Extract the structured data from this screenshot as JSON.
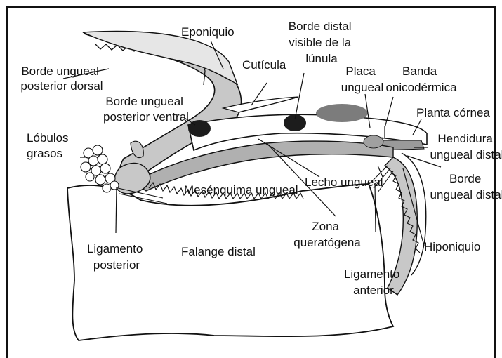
{
  "figure": {
    "palette": {
      "line": "#111111",
      "tissue_gray": "#c8c8c8",
      "tissue_gray_dark": "#a9a9a9",
      "lunula_oval": "#7c7c7c",
      "dark_dot": "#1c1c1c",
      "background": "#ffffff"
    },
    "labels": {
      "eponiquio": "Eponiquio",
      "borde_distal_lunula": [
        "Borde distal",
        "visible de la",
        "lúnula"
      ],
      "borde_posterior_dorsal": [
        "Borde ungueal",
        "posterior dorsal"
      ],
      "cuticula": "Cutícula",
      "placa_ungueal": [
        "Placa",
        "ungueal"
      ],
      "banda_onicodermica": [
        "Banda",
        "onicodérmica"
      ],
      "borde_posterior_ventral": [
        "Borde ungueal",
        "posterior ventral"
      ],
      "planta_cornea": "Planta córnea",
      "lobulos_grasos": [
        "Lóbulos",
        "grasos"
      ],
      "hendidura_ungueal_distal": [
        "Hendidura",
        "ungueal distal"
      ],
      "borde_ungueal_distal": [
        "Borde",
        "ungueal distal"
      ],
      "lecho_ungueal": "Lecho ungueal",
      "mesenquima_ungueal": "Mesénquima ungueal",
      "zona_queratogena": [
        "Zona",
        "queratógena"
      ],
      "hiponiquio": "Hiponiquio",
      "ligamento_posterior": [
        "Ligamento",
        "posterior"
      ],
      "falange_distal": "Falange distal",
      "ligamento_anterior": [
        "Ligamento",
        "anterior"
      ]
    }
  }
}
